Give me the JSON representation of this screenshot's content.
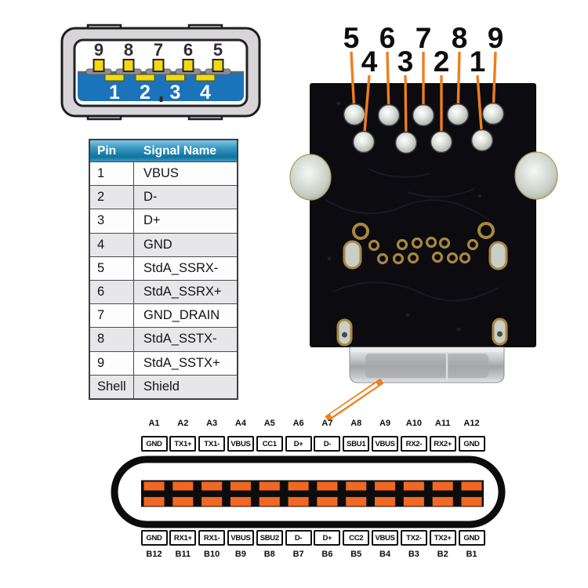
{
  "usb_a": {
    "top_contact_numbers": [
      "9",
      "8",
      "7",
      "6",
      "5"
    ],
    "tongue_pin_numbers": [
      "1",
      "2",
      "3",
      "4"
    ],
    "colors": {
      "tongue_blue": "#1b73bb",
      "contact_yellow": "#f5d90d",
      "body_gray": "#d8d5d9"
    }
  },
  "pin_table": {
    "headers": [
      "Pin",
      "Signal Name"
    ],
    "rows": [
      [
        "1",
        "VBUS"
      ],
      [
        "2",
        "D-"
      ],
      [
        "3",
        "D+"
      ],
      [
        "4",
        "GND"
      ],
      [
        "5",
        "StdA_SSRX-"
      ],
      [
        "6",
        "StdA_SSRX+"
      ],
      [
        "7",
        "GND_DRAIN"
      ],
      [
        "8",
        "StdA_SSTX-"
      ],
      [
        "9",
        "StdA_SSTX+"
      ],
      [
        "Shell",
        "Shield"
      ]
    ],
    "header_blue": "#1d7fa8"
  },
  "pcb": {
    "callout_row1": [
      "5",
      "6",
      "7",
      "8",
      "9"
    ],
    "callout_row2": [
      "4",
      "3",
      "2",
      "1"
    ],
    "leader_color": "#ef7e1c",
    "board_color": "#0b0b10"
  },
  "usb_c_pinout": {
    "top": [
      {
        "id": "A1",
        "signal": "GND"
      },
      {
        "id": "A2",
        "signal": "TX1+"
      },
      {
        "id": "A3",
        "signal": "TX1-"
      },
      {
        "id": "A4",
        "signal": "VBUS"
      },
      {
        "id": "A5",
        "signal": "CC1"
      },
      {
        "id": "A6",
        "signal": "D+"
      },
      {
        "id": "A7",
        "signal": "D-"
      },
      {
        "id": "A8",
        "signal": "SBU1"
      },
      {
        "id": "A9",
        "signal": "VBUS"
      },
      {
        "id": "A10",
        "signal": "RX2-"
      },
      {
        "id": "A11",
        "signal": "RX2+"
      },
      {
        "id": "A12",
        "signal": "GND"
      }
    ],
    "bottom": [
      {
        "id": "B12",
        "signal": "GND"
      },
      {
        "id": "B11",
        "signal": "RX1+"
      },
      {
        "id": "B10",
        "signal": "RX1-"
      },
      {
        "id": "B9",
        "signal": "VBUS"
      },
      {
        "id": "B8",
        "signal": "SBU2"
      },
      {
        "id": "B7",
        "signal": "D-"
      },
      {
        "id": "B6",
        "signal": "D+"
      },
      {
        "id": "B5",
        "signal": "CC2"
      },
      {
        "id": "B4",
        "signal": "VBUS"
      },
      {
        "id": "B3",
        "signal": "TX2-"
      },
      {
        "id": "B2",
        "signal": "TX2+"
      },
      {
        "id": "B1",
        "signal": "GND"
      }
    ],
    "pin_color": "#f26722"
  }
}
